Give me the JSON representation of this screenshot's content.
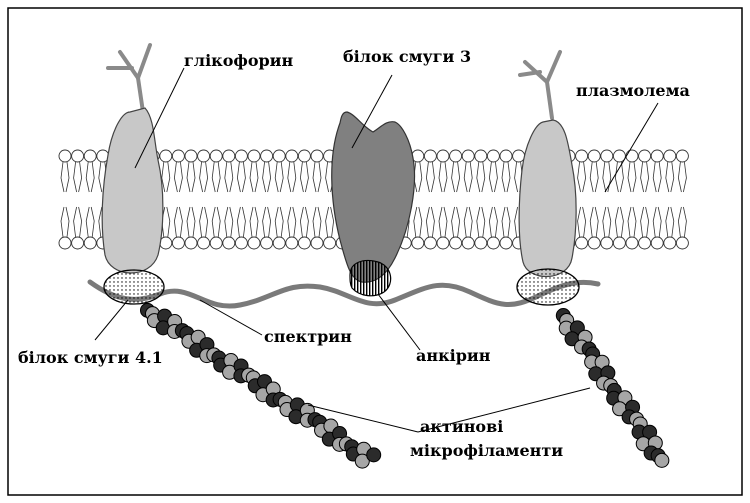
{
  "labels": {
    "glycophorin": "глікофорин",
    "band3_protein": "білок смуги 3",
    "plasmalemma": "плазмолема",
    "spectrin": "спектрин",
    "ankyrin": "анкірин",
    "band41_protein": "білок смуги 4.1",
    "actin_line1": "актинові",
    "actin_line2": "мікрофіламенти"
  },
  "colors": {
    "frame": "#000000",
    "lipid_head_fill": "#ffffff",
    "lipid_stroke": "#333333",
    "glycophorin_fill": "#c8c8c8",
    "band3_fill": "#808080",
    "carbohydrate": "#8a8a8a",
    "spectrin": "#7a7a7a",
    "band41_fill": "#ffffff",
    "actin_dark": "#2b2b2b",
    "actin_light": "#a6a6a6"
  }
}
